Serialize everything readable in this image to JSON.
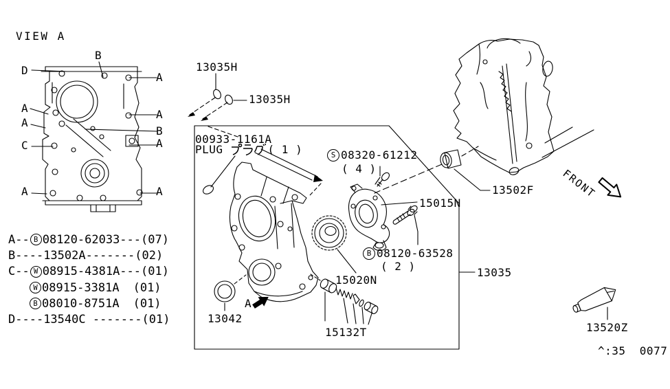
{
  "page": {
    "code": "^:35  0077",
    "front": "FRONT"
  },
  "view_a": {
    "title": "VIEW A",
    "callouts": [
      "B",
      "D",
      "A",
      "A",
      "A",
      "A",
      "B",
      "C",
      "A",
      "A",
      "A"
    ]
  },
  "labels": {
    "h13035_1": "13035H",
    "h13035_2": "13035H",
    "plug_code": "00933-1161A",
    "plug_word": "PLUG",
    "plug_katakana": "プラグ",
    "plug_qty": "( 1 )",
    "screw_circle": "S",
    "screw_code": "08320-61212",
    "screw_qty": "( 4 )",
    "pump": "15015N",
    "bolt_circle": "B",
    "bolt_code": "08120-63528",
    "bolt_qty": "( 2 )",
    "bushing": "13502F",
    "cover_assy": "13035",
    "gear": "15020N",
    "seal": "13042",
    "valve_set": "15132T",
    "sealant": "13520Z",
    "arrow_letter": "A"
  },
  "parts_list": [
    {
      "prefix": "A--",
      "circle": "B",
      "text": "08120-62033---",
      "qty": "(07)"
    },
    {
      "prefix": "B----",
      "circle": "",
      "text": "13502A-------",
      "qty": "(02)"
    },
    {
      "prefix": "C--",
      "circle": "W",
      "text": "08915-4381A---",
      "qty": "(01)"
    },
    {
      "prefix": "",
      "circle": "W",
      "text": "08915-3381A",
      "qty": "(01)"
    },
    {
      "prefix": "",
      "circle": "B",
      "text": "08010-8751A",
      "qty": "(01)"
    },
    {
      "prefix": "D----",
      "circle": "",
      "text": "13540C -------",
      "qty": "(01)"
    }
  ]
}
